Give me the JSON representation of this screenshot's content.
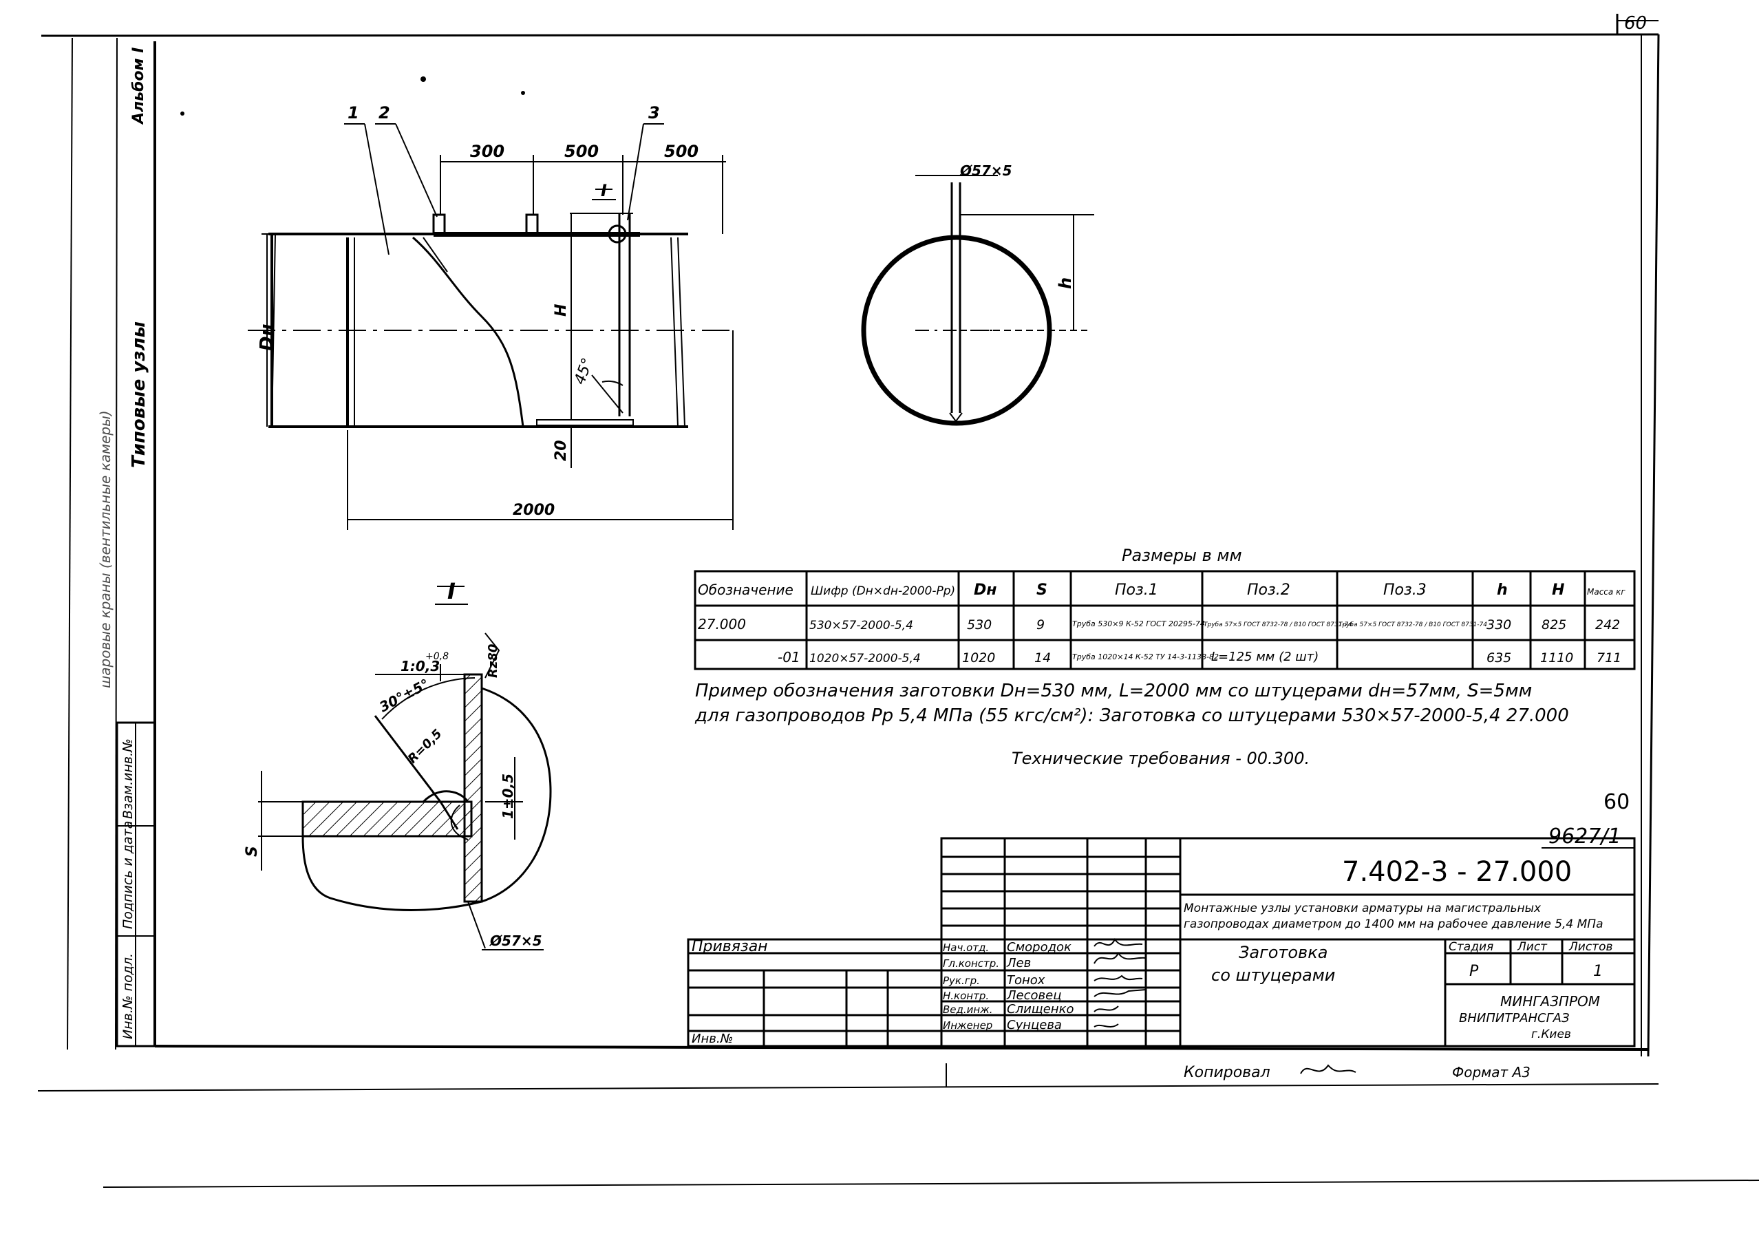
{
  "sheet_corner": "60",
  "left_strip": {
    "album": "Альбом I",
    "series": "Типовые узлы",
    "scribble": "шаровые краны (вентильные камеры)"
  },
  "stamp_left": {
    "rows": [
      "Инв.№ подл.",
      "Подпись и дата",
      "Взам.инв.№"
    ]
  },
  "main_view": {
    "pos_labels": [
      "1",
      "2",
      "3"
    ],
    "dims_top": [
      "300",
      "500",
      "500"
    ],
    "section_mark": "I",
    "dn_label": "Dн",
    "h_label": "H",
    "angle_label": "45°",
    "bottom_20": "20",
    "length": "2000"
  },
  "end_view": {
    "fitting_label": "Ø57×5",
    "h_label": "h"
  },
  "detail": {
    "title": "I",
    "slope": "1:0,3",
    "slope_tol": "+0,8",
    "roughness": "Rz80",
    "angle": "30°±5°",
    "radius": "R=0,5",
    "gap": "1±0,5",
    "s_label": "S",
    "fitting": "Ø57×5"
  },
  "table": {
    "caption": "Размеры в мм",
    "headers": [
      "Обозначение",
      "Шифр (Dн×dн-2000-Pр)",
      "Dн",
      "S",
      "Поз.1",
      "Поз.2",
      "Поз.3",
      "h",
      "H",
      "Масса кг"
    ],
    "rows": [
      {
        "designation": "27.000",
        "code": "530×57-2000-5,4",
        "dn": "530",
        "s": "9",
        "pos1": "Труба 530×9 К-52 ГОСТ 20295-74",
        "pos2": "Труба 57×5 ГОСТ 8732-78 / В10 ГОСТ 8731-74",
        "pos3": "Труба 57×5 ГОСТ 8732-78 / В10 ГОСТ 8731-74",
        "h": "330",
        "H": "825",
        "mass": "242"
      },
      {
        "designation": "-01",
        "code": "1020×57-2000-5,4",
        "dn": "1020",
        "s": "14",
        "pos1": "Труба 1020×14 К-52 ТУ 14-3-1138-82",
        "pos2": "L=125 мм (2 шт)",
        "pos3": "",
        "h": "635",
        "H": "1110",
        "mass": "711"
      }
    ]
  },
  "notes": {
    "example_line1": "Пример обозначения заготовки Dн=530 мм, L=2000 мм со штуцерами dн=57мм, S=5мм",
    "example_line2": "для газопроводов Pр 5,4 МПа (55 кгс/см²): Заготовка со штуцерами 530×57-2000-5,4 27.000",
    "tech": "Технические требования - 00.300."
  },
  "title_block": {
    "page_num": "60",
    "inventory": "9627/1",
    "doc_code": "7.402-3 - 27.000",
    "series_desc_1": "Монтажные узлы установки арматуры на магистральных",
    "series_desc_2": "газопроводах диаметром до 1400 мм на рабочее давление 5,4 МПа",
    "name_1": "Заготовка",
    "name_2": "со штуцерами",
    "stage_header": "Стадия",
    "sheet_header": "Лист",
    "sheets_header": "Листов",
    "stage": "Р",
    "sheets": "1",
    "org_1": "МИНГАЗПРОМ",
    "org_2": "ВНИПИТРАНСГАЗ",
    "org_3": "г.Киев",
    "privyazan": "Привязан",
    "inv_no": "Инв.№",
    "roles": [
      "Нач.отд.",
      "Гл.констр.",
      "Рук.гр.",
      "Н.контр.",
      "Вед.инж.",
      "Инженер"
    ],
    "names": [
      "Смородок",
      "Лев",
      "Тонох",
      "Лесовец",
      "Слищенко",
      "Сунцева"
    ]
  },
  "footer": {
    "copied": "Копировал",
    "format": "Формат А3"
  }
}
